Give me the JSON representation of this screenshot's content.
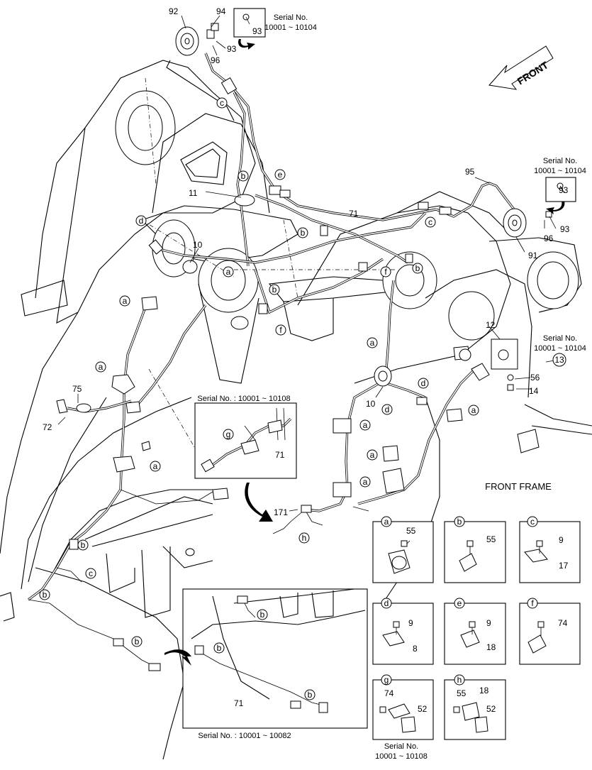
{
  "labels": {
    "frame": "FRONT FRAME",
    "front_arrow": "FRONT",
    "serial_prefix": "Serial No.",
    "serial_10001_10104": "10001 ~ 10104",
    "serial_10001_10108_inline": "Serial No. : 10001 ~ 10108",
    "serial_10001_10082_inline": "Serial No. : 10001 ~ 10082",
    "serial_10001_10108": "10001 ~ 10108"
  },
  "parts": {
    "p8": "8",
    "p9": "9",
    "p10": "10",
    "p11": "11",
    "p12": "12",
    "p13": "13",
    "p14": "14",
    "p17": "17",
    "p18": "18",
    "p52": "52",
    "p55": "55",
    "p56": "56",
    "p71": "71",
    "p72": "72",
    "p74": "74",
    "p75": "75",
    "p91": "91",
    "p92": "92",
    "p93": "93",
    "p94": "94",
    "p95": "95",
    "p96": "96",
    "p171": "171"
  },
  "callouts": {
    "a": "a",
    "b": "b",
    "c": "c",
    "d": "d",
    "e": "e",
    "f": "f",
    "g": "g",
    "h": "h"
  },
  "detail_boxes": [
    {
      "letter": "a",
      "parts": [
        "55"
      ]
    },
    {
      "letter": "b",
      "parts": [
        "55"
      ]
    },
    {
      "letter": "c",
      "parts": [
        "9",
        "17"
      ]
    },
    {
      "letter": "d",
      "parts": [
        "9",
        "8"
      ]
    },
    {
      "letter": "e",
      "parts": [
        "9",
        "18"
      ]
    },
    {
      "letter": "f",
      "parts": [
        "74"
      ]
    },
    {
      "letter": "g",
      "parts": [
        "74",
        "52"
      ]
    },
    {
      "letter": "h",
      "parts": [
        "55",
        "18",
        "52"
      ]
    }
  ]
}
